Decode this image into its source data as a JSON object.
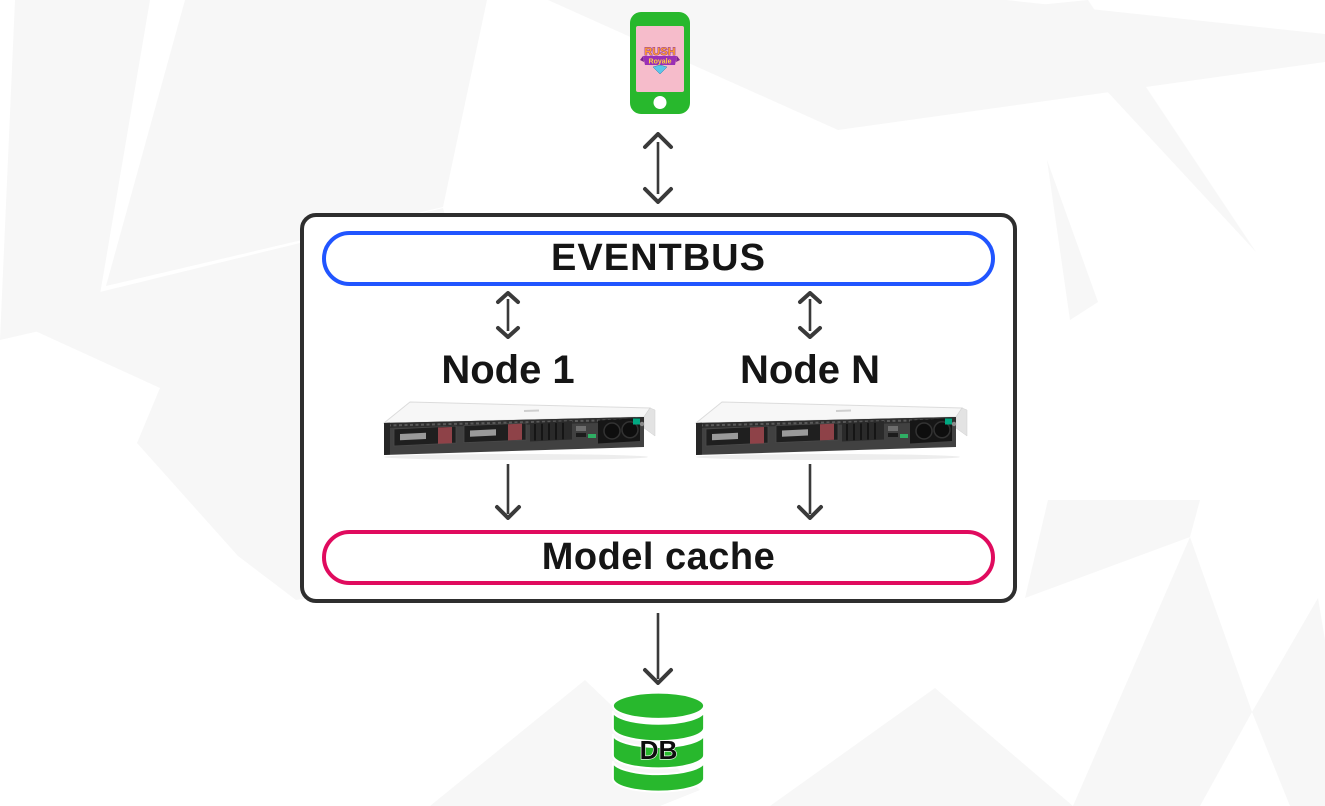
{
  "diagram": {
    "client": {
      "logo_line1": "RUSH",
      "logo_line2": "Royale"
    },
    "cluster": {
      "eventbus_label": "EVENTBUS",
      "nodes": [
        {
          "label": "Node 1"
        },
        {
          "label": "Node N"
        }
      ],
      "model_cache_label": "Model cache"
    },
    "database": {
      "label": "DB"
    },
    "colors": {
      "eventbus_border": "#2155ff",
      "model_cache_border": "#e00b5e",
      "device_green": "#28b82d",
      "database_green": "#28b82d",
      "phone_screen_pink": "#f6bccb",
      "container_border": "#2e2e2e",
      "arrow": "#3a3a3a",
      "background_triangle": "#f7f7f7"
    }
  }
}
